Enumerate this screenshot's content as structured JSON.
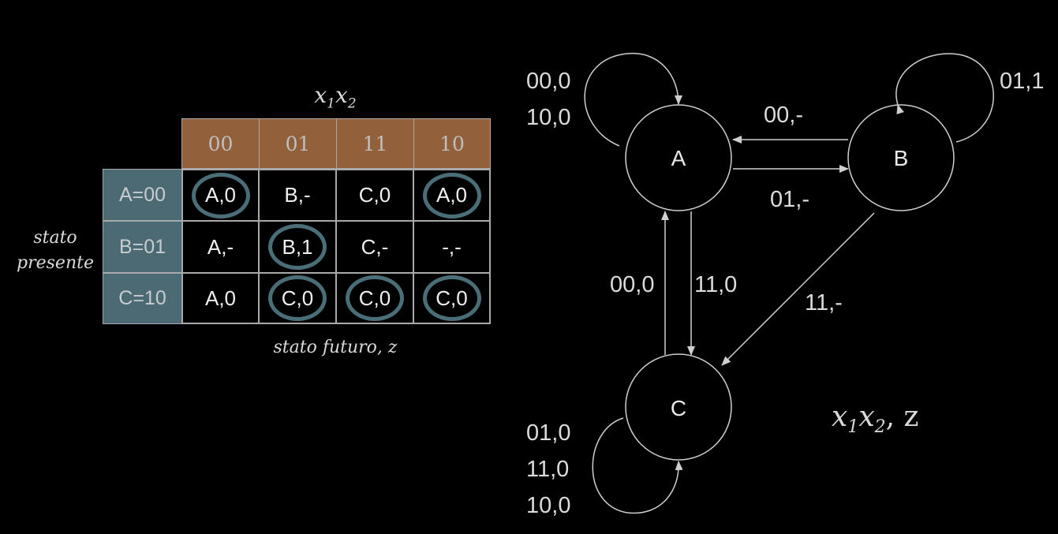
{
  "table": {
    "input_label": "x",
    "input_sub_1": "1",
    "input_sub_2": "2",
    "row_axis_label_line1": "stato",
    "row_axis_label_line2": "presente",
    "col_axis_label": "stato futuro, z",
    "columns": [
      "00",
      "01",
      "11",
      "10"
    ],
    "rows": [
      {
        "label": "A=00",
        "cells": [
          {
            "text": "A,0",
            "circled": true
          },
          {
            "text": "B,-",
            "circled": false
          },
          {
            "text": "C,0",
            "circled": false
          },
          {
            "text": "A,0",
            "circled": true
          }
        ]
      },
      {
        "label": "B=01",
        "cells": [
          {
            "text": "A,-",
            "circled": false
          },
          {
            "text": "B,1",
            "circled": true
          },
          {
            "text": "C,-",
            "circled": false
          },
          {
            "text": "-,-",
            "circled": false
          }
        ]
      },
      {
        "label": "C=10",
        "cells": [
          {
            "text": "A,0",
            "circled": false
          },
          {
            "text": "C,0",
            "circled": true
          },
          {
            "text": "C,0",
            "circled": true
          },
          {
            "text": "C,0",
            "circled": true
          }
        ]
      }
    ]
  },
  "diagram": {
    "states": {
      "a": "A",
      "b": "B",
      "c": "C"
    },
    "transitions": {
      "a_self_line1": "00,0",
      "a_self_line2": "10,0",
      "b_self": "01,1",
      "b_to_a": "00,-",
      "a_to_b": "01,-",
      "c_to_a": "00,0",
      "a_to_c": "11,0",
      "b_to_c": "11,-",
      "c_self_line1": "01,0",
      "c_self_line2": "11,0",
      "c_self_line3": "10,0"
    },
    "legend_var": "x",
    "legend_sub_1": "1",
    "legend_sub_2": "2",
    "legend_output": ", z"
  },
  "colors": {
    "background": "#000000",
    "column_header": "#93603c",
    "row_header": "#4c6a74",
    "circle_ring": "#4a6e78",
    "grid_lines": "#a9a9a9",
    "diagram_lines": "#cfcfcf"
  }
}
